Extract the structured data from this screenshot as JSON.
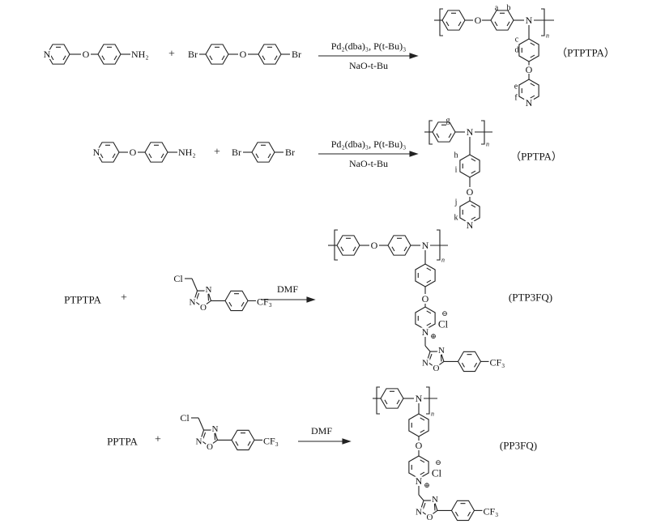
{
  "atoms": {
    "N": "N",
    "O": "O",
    "Br": "Br",
    "Cl": "Cl",
    "NH2": "NH₂",
    "CF3": "CF₃",
    "plus_charge": "⊕",
    "minus_charge": "⊖",
    "n": "n"
  },
  "plus_sign": "+",
  "reaction_1": {
    "conditions_above": "Pd₂(dba)₃, P(t-Bu)₃",
    "conditions_below": "NaO-t-Bu",
    "product_name": "（PTPTPA）",
    "proton_labels": [
      "a",
      "b",
      "c",
      "d",
      "e",
      "f"
    ]
  },
  "reaction_2": {
    "conditions_above": "Pd₂(dba)₃, P(t-Bu)₃",
    "conditions_below": "NaO-t-Bu",
    "product_name": "（PPTPA）",
    "proton_labels": [
      "g",
      "h",
      "i",
      "j",
      "k"
    ]
  },
  "reaction_3": {
    "reactant": "PTPTPA",
    "solvent": "DMF",
    "product_name": "(PTP3FQ)"
  },
  "reaction_4": {
    "reactant": "PPTPA",
    "solvent": "DMF",
    "product_name": "(PP3FQ)"
  }
}
